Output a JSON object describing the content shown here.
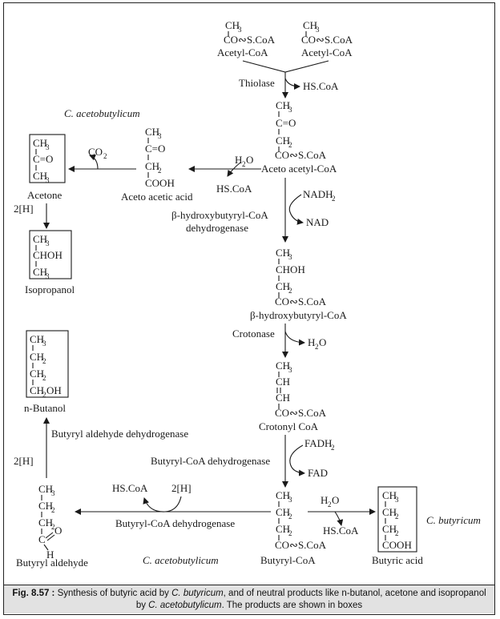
{
  "figure_label": "Fig. 8.57 :",
  "caption_part1": " Synthesis of butyric acid by ",
  "caption_org1": "C. butyricum",
  "caption_part2": ", and of neutral products like n-butanol, acetone and isopropanol by ",
  "caption_org2": "C. acetobutylicum",
  "caption_part3": ". The products are shown in boxes",
  "organisms": {
    "acetobutylicum_top": "C. acetobutylicum",
    "acetobutylicum_bottom": "C. acetobutylicum",
    "butyricum": "C. butyricum"
  },
  "compounds": {
    "acetyl_coa": {
      "ch3": "CH",
      "sub": "3",
      "thio": "CO∾S.CoA",
      "label": "Acetyl-CoA"
    },
    "aceto_acetyl": {
      "ch3": "CH",
      "c_o": "C=O",
      "ch2": "CH",
      "thio": "CO∾S.CoA",
      "label": "Aceto acetyl-CoA"
    },
    "aceto_acetic": {
      "ch3": "CH",
      "c_o": "C=O",
      "ch2": "CH",
      "cooh": "COOH",
      "label": "Aceto acetic acid"
    },
    "acetone": {
      "ch3": "CH",
      "c_o": "C=O",
      "label": "Acetone"
    },
    "isopropanol": {
      "ch3": "CH",
      "choh": "CHOH",
      "label": "Isopropanol"
    },
    "hydroxybutyryl": {
      "ch3": "CH",
      "choh": "CHOH",
      "ch2": "CH",
      "thio": "CO∾S.CoA",
      "label": "β-hydroxybutyryl-CoA"
    },
    "crotonyl": {
      "ch3": "CH",
      "ch": "CH",
      "thio": "CO∾S.CoA",
      "label": "Crotonyl CoA"
    },
    "butyryl_coa": {
      "ch3": "CH",
      "ch2": "CH",
      "thio": "CO∾S.CoA",
      "label": "Butyryl-CoA"
    },
    "butyric_acid": {
      "ch3": "CH",
      "ch2": "CH",
      "cooh": "COOH",
      "label": "Butyric acid"
    },
    "butyraldehyde": {
      "ch3": "CH",
      "ch2": "CH",
      "c": "C",
      "o": "O",
      "h": "H",
      "label": "Butyryl aldehyde"
    },
    "butanol": {
      "ch3": "CH",
      "ch2": "CH",
      "ch2oh": "CH",
      "oh": "OH",
      "label": "n-Butanol"
    }
  },
  "enzymes": {
    "thiolase": "Thiolase",
    "hbd_line1": "β-hydroxybutyryl-CoA",
    "hbd_line2": "dehydrogenase",
    "crotonase": "Crotonase",
    "bcd": "Butyryl-CoA dehydrogenase",
    "bcd_left": "Butyryl-CoA dehydrogenase",
    "bald": "Butyryl aldehyde dehydrogenase"
  },
  "cofactors": {
    "hscoa": "HS.CoA",
    "h2o": "H",
    "o": "O",
    "nadh": "NADH",
    "nad": "NAD",
    "fadh": "FADH",
    "fad": "FAD",
    "co2": "CO",
    "two_h": "2[H]",
    "sub2": "2",
    "sub3": "3"
  }
}
